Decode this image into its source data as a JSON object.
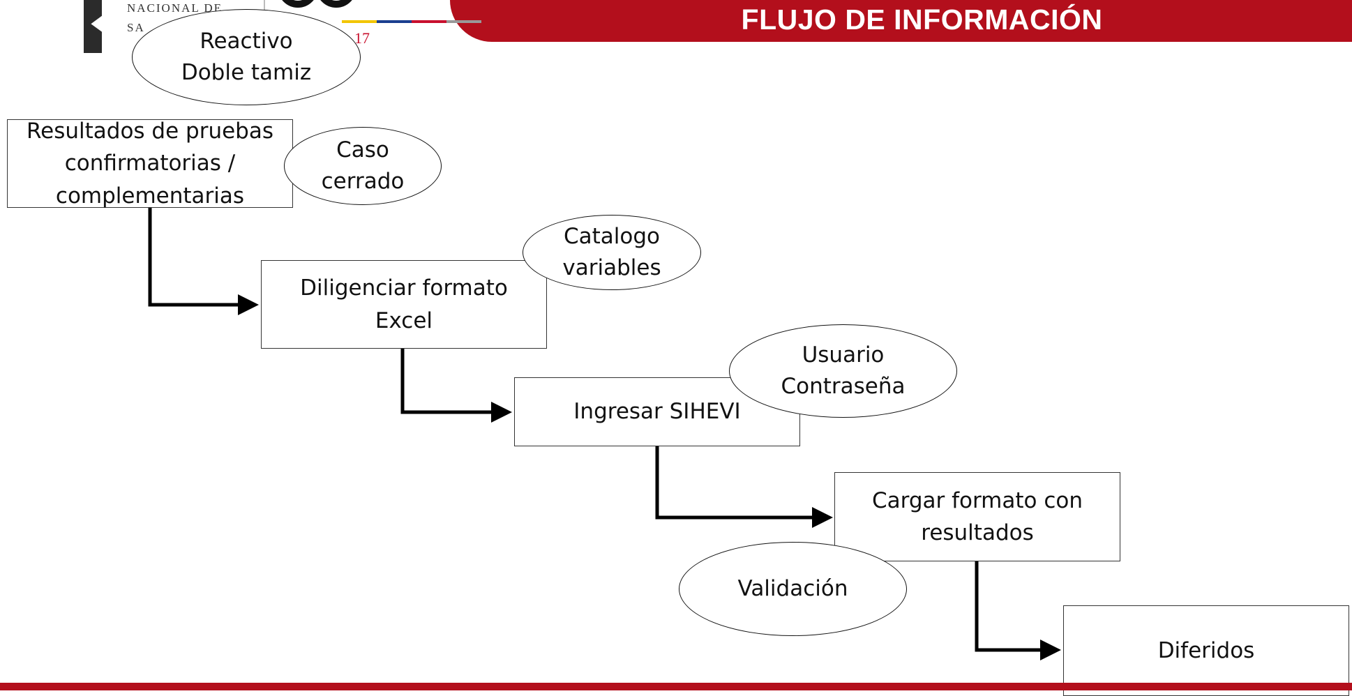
{
  "header": {
    "title": "FLUJO DE INFORMACIÓN"
  },
  "logo": {
    "line1": "NACIONAL DE",
    "line2": "SA",
    "year": "17"
  },
  "boxes": {
    "results": "Resultados de pruebas\nconfirmatorias /\ncomplementarias",
    "excel": "Diligenciar formato\nExcel",
    "sihevi": "Ingresar SIHEVI",
    "upload": "Cargar formato con\nresultados",
    "deferred": "Diferidos"
  },
  "ellipses": {
    "reactive": "Reactivo\nDoble tamiz",
    "closed": "Caso\ncerrado",
    "catalog": "Catalogo\nvariables",
    "user": "Usuario\nContraseña",
    "validation": "Validación"
  },
  "colors": {
    "brand_red": "#b30f1c",
    "line": "#000000"
  }
}
